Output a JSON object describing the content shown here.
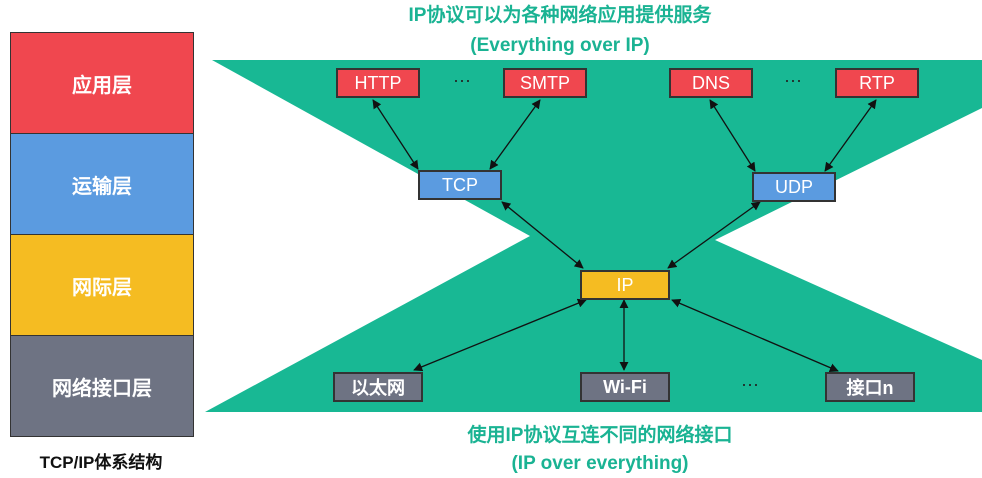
{
  "stack": {
    "layers": [
      "应用层",
      "运输层",
      "网际层",
      "网络接口层"
    ],
    "caption": "TCP/IP体系结构"
  },
  "top_title": {
    "line1": "IP协议可以为各种网络应用提供服务",
    "line2": "(Everything over IP)"
  },
  "bottom_title": {
    "line1": "使用IP协议互连不同的网络接口",
    "line2": "(IP over everything)"
  },
  "protocols": {
    "application": [
      "HTTP",
      "SMTP",
      "DNS",
      "RTP"
    ],
    "transport": [
      "TCP",
      "UDP"
    ],
    "network": "IP",
    "link": [
      "以太网",
      "Wi-Fi",
      "接口n"
    ],
    "ellipsis": "···"
  },
  "colors": {
    "application": "#f0474f",
    "transport": "#5b9be0",
    "network": "#f5bc22",
    "link": "#6e7383",
    "hourglass": "#18b894",
    "title_text": "#1ab393"
  }
}
